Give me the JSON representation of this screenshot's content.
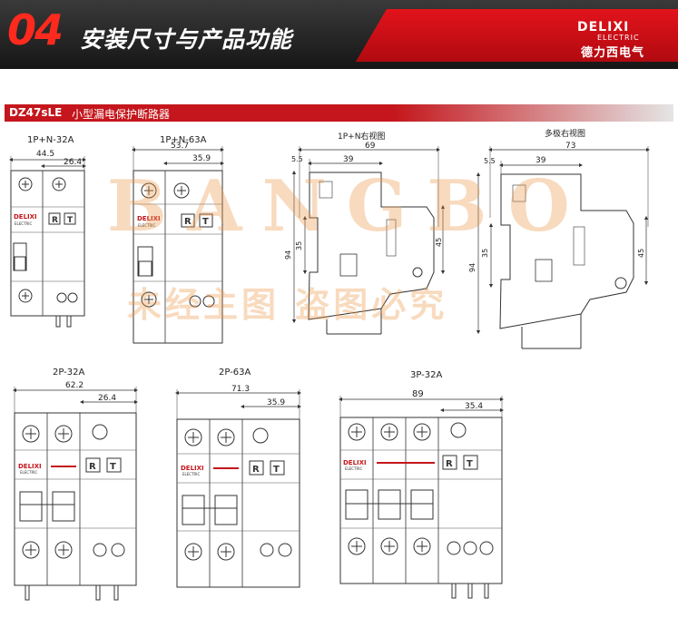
{
  "header": {
    "section_number": "04",
    "title": "安装尺寸与产品功能",
    "brand_main": "DELIXI",
    "brand_sub": "ELECTRIC",
    "brand_cn": "德力西电气"
  },
  "product": {
    "model": "DZ47sLE",
    "name": "小型漏电保护断路器"
  },
  "watermark": {
    "big": "BANGBO",
    "small": "未经主图 盗图必究"
  },
  "breaker_labels": {
    "brand": "DELIXI",
    "sub": "ELECTRIC",
    "r": "R",
    "t": "T"
  },
  "drawings": {
    "front_1p_n_32a": {
      "title": "1P+N-32A",
      "width": "44.5",
      "right": "26.4"
    },
    "front_1p_n_63a": {
      "title": "1P+N-63A",
      "width": "53.7",
      "right": "35.9"
    },
    "side_1p_n": {
      "title": "1P+N右视图",
      "total": "69",
      "left_offset": "5.5",
      "body": "39",
      "height": "94",
      "inner": "35",
      "depth": "45"
    },
    "side_multi": {
      "title": "多极右视图",
      "total": "73",
      "left_offset": "5.5",
      "body": "39",
      "height": "94",
      "inner": "35",
      "depth": "45"
    },
    "front_2p_32a": {
      "title": "2P-32A",
      "width": "62.2",
      "right": "26.4"
    },
    "front_2p_63a": {
      "title": "2P-63A",
      "width": "71.3",
      "right": "35.9"
    },
    "front_3p_32a": {
      "title": "3P-32A",
      "width": "89",
      "right": "35.4"
    }
  }
}
